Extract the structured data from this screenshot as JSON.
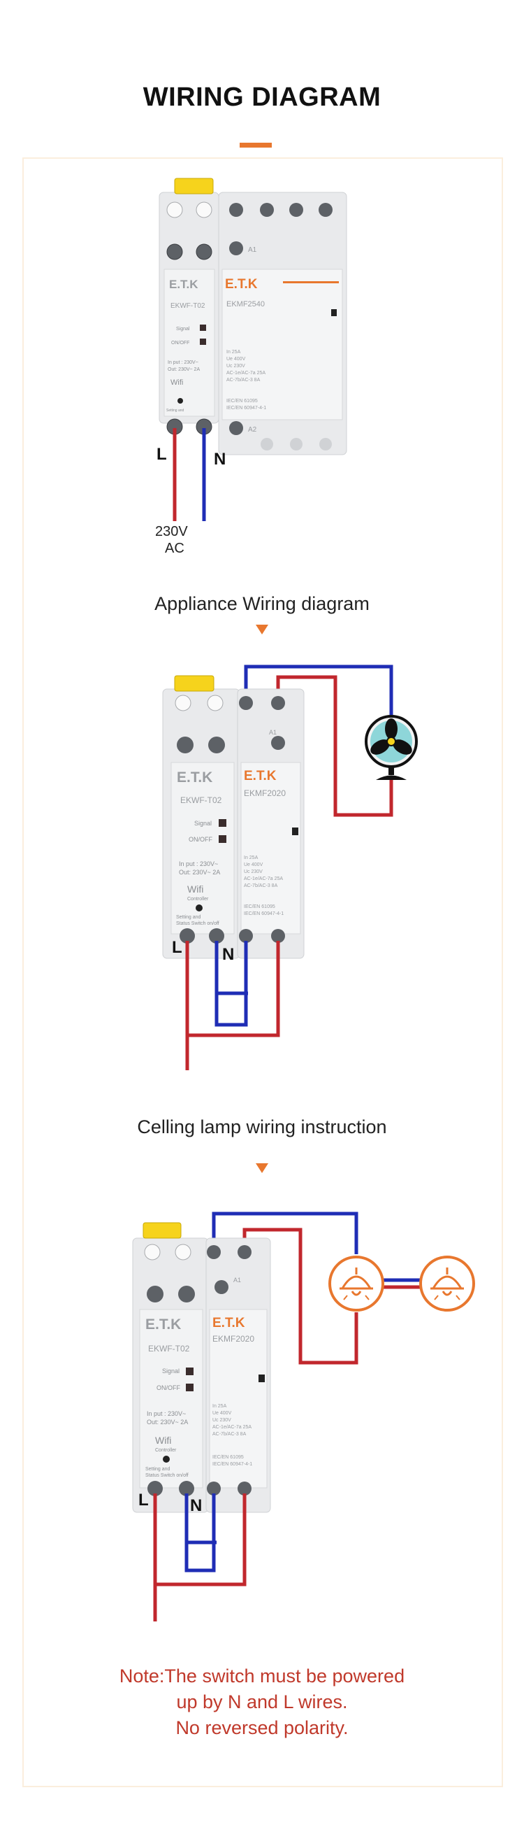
{
  "header": {
    "title": "WIRING DIAGRAM"
  },
  "device": {
    "brand": "E.T.K",
    "brand_left": "E.T.K",
    "brand_right": "E.T.K",
    "controller_model": "EKWF-T02",
    "contactor_model_1": "EKMF2540",
    "contactor_model_2": "EKMF2020",
    "label_signal": "Signal",
    "label_onoff": "ON/OFF",
    "label_input": "In put : 230V~",
    "label_output": "Out: 230V~ 2A",
    "label_wifi": "Wifi",
    "label_controller": "Controller",
    "label_setting": "Setting and",
    "label_status": "Status Switch on/off",
    "spec_1": "In 25A",
    "spec_2": "Ue 400V",
    "spec_3": "Uc 230V",
    "spec_4": "AC-1e/AC-7a 25A",
    "spec_5": "AC-7b/AC-3 8A",
    "std_1": "IEC/EN 61095",
    "std_2": "IEC/EN 60947-4-1",
    "term_a1": "A1",
    "term_a2": "A2"
  },
  "section1": {
    "label_l": "L",
    "label_n": "N",
    "voltage": "230V",
    "voltage_type": "AC"
  },
  "section2": {
    "title": "Appliance Wiring diagram",
    "label_l": "L",
    "label_n": "N",
    "load_icon": "fan-icon"
  },
  "section3": {
    "title": "Celling lamp wiring instruction",
    "label_l": "L",
    "label_n": "N",
    "load_icon": "ceiling-lamp-icon"
  },
  "note": {
    "line1": "Note:The switch must be powered",
    "line2": "up by N and L wires.",
    "line3": "No reversed polarity."
  },
  "colors": {
    "accent": "#e8772e",
    "live_wire": "#c1272d",
    "neutral_wire": "#1f2db5",
    "note": "#c0392b",
    "device_body": "#e9eaec"
  }
}
